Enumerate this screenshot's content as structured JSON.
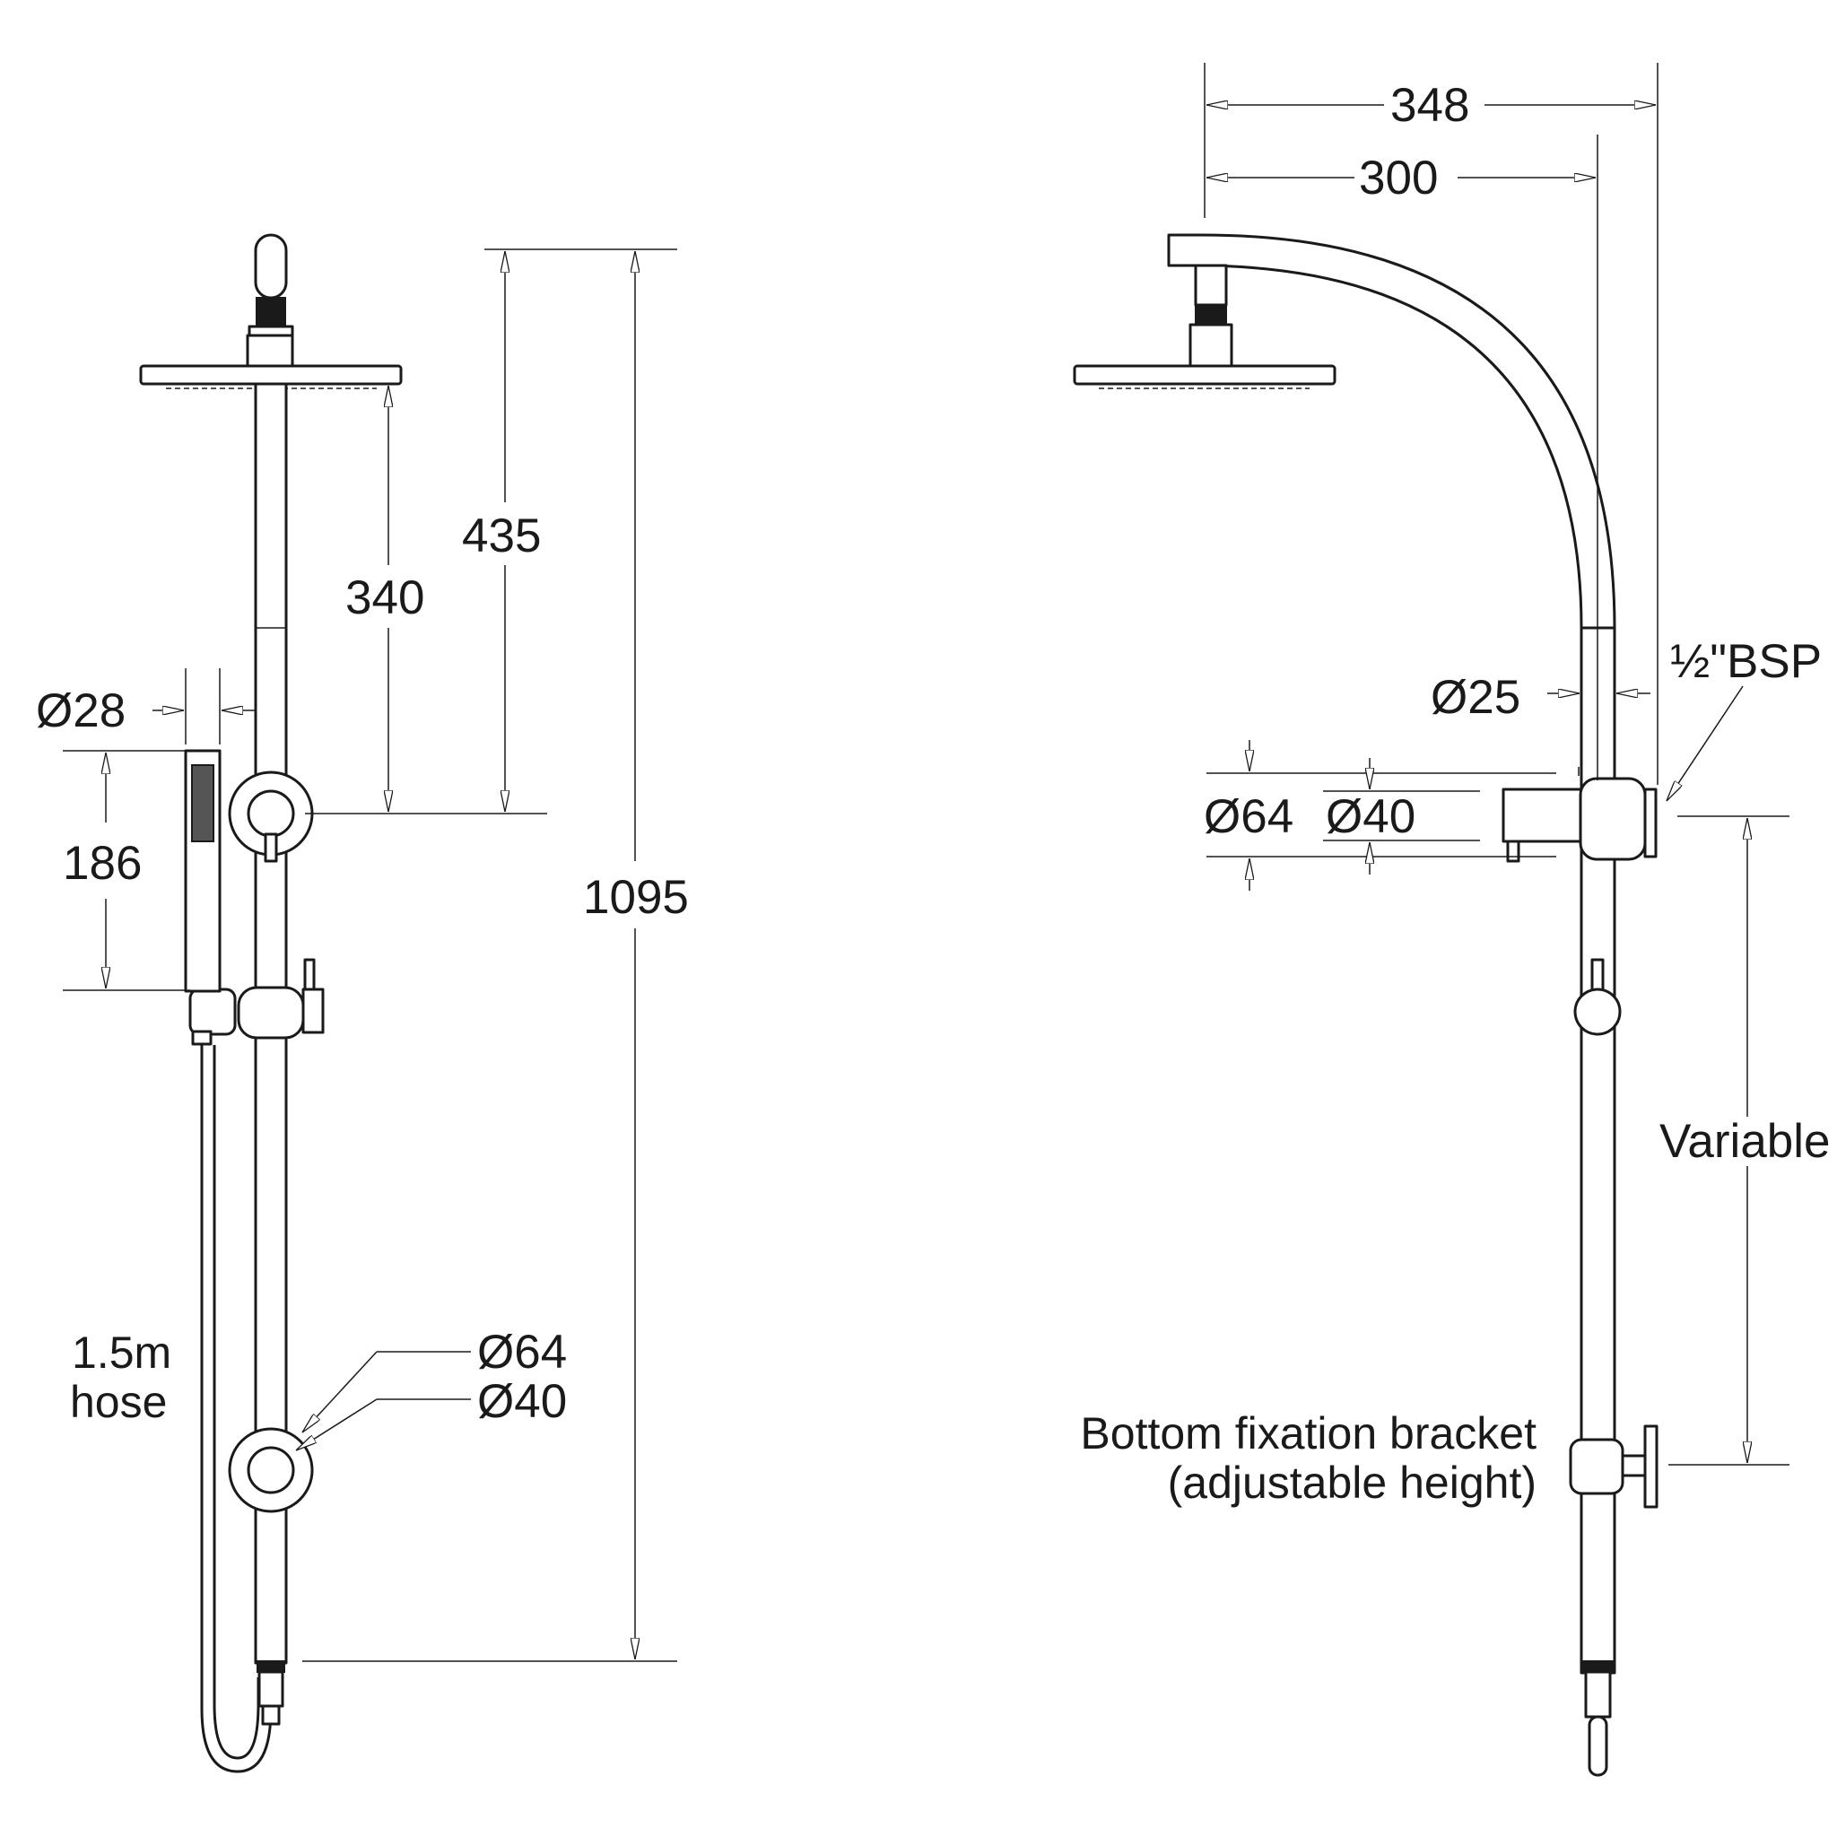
{
  "front_view": {
    "dims": {
      "d28": "Ø28",
      "h186": "186",
      "h340": "340",
      "h435": "435",
      "h1095": "1095",
      "d64": "Ø64",
      "d40": "Ø40"
    },
    "hose_label": [
      "1.5m",
      "hose"
    ]
  },
  "side_view": {
    "dims": {
      "w348": "348",
      "w300": "300",
      "d25": "Ø25",
      "d64": "Ø64",
      "d40": "Ø40",
      "bsp": "½\"BSP",
      "variable": "Variable"
    },
    "bracket_label": [
      "Bottom fixation bracket",
      "(adjustable height)"
    ]
  }
}
